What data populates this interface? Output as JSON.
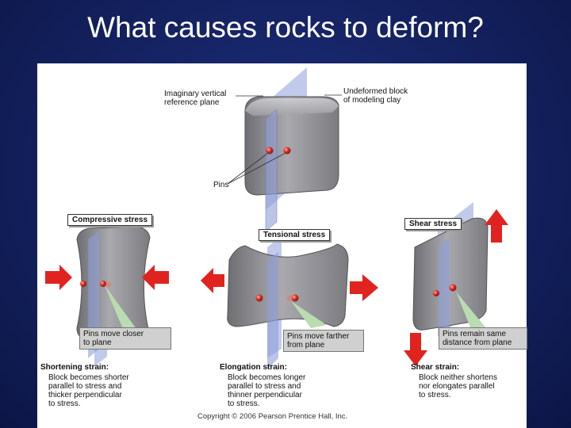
{
  "slide": {
    "title": "What causes rocks to deform?"
  },
  "figure": {
    "top_labels": {
      "reference_plane": "Imaginary vertical\nreference plane",
      "undeformed_block": "Undeformed block\nof modeling clay",
      "pins": "Pins"
    },
    "panels": [
      {
        "badge": "Compressive stress",
        "pin_caption": "Pins move closer\nto plane",
        "strain_title": "Shortening strain:",
        "strain_text": "Block becomes shorter\nparallel to stress and\nthicker perpendicular\nto stress."
      },
      {
        "badge": "Tensional stress",
        "pin_caption": "Pins move farther\nfrom plane",
        "strain_title": "Elongation strain:",
        "strain_text": "Block becomes longer\nparallel to stress and\nthinner perpendicular\nto stress."
      },
      {
        "badge": "Shear stress",
        "pin_caption": "Pins remain same\ndistance from plane",
        "strain_title": "Shear strain:",
        "strain_text": "Block neither shortens\nnor elongates parallel\nto stress."
      }
    ],
    "copyright": "Copyright © 2006 Pearson Prentice Hall, Inc.",
    "colors": {
      "plane": "#8e9fd8",
      "block": "#8f8f94",
      "arrow": "#e0231f",
      "pin": "#d92a1e"
    }
  }
}
